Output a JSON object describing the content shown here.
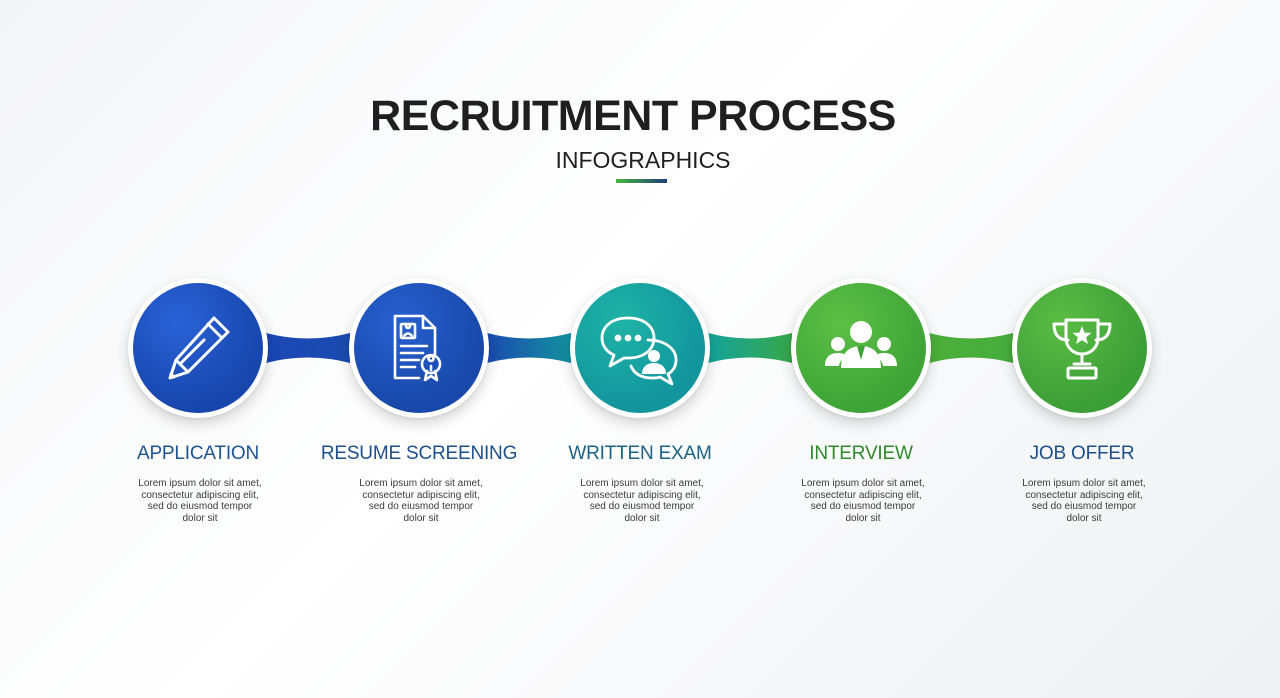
{
  "header": {
    "title": "RECRUITMENT PROCESS",
    "subtitle": "INFOGRAPHICS"
  },
  "colors": {
    "blue": "#1a49b3",
    "teal": "#14a0a0",
    "green": "#4caf3a",
    "text_dark": "#1f1f1f"
  },
  "steps": [
    {
      "label": "APPLICATION",
      "icon": "pencil-icon",
      "label_color": "#1d5592",
      "description": "Lorem ipsum dolor sit amet,\nconsectetur adipiscing elit,\nsed do eiusmod tempor\ndolor sit"
    },
    {
      "label": "RESUME SCREENING",
      "icon": "resume-document-icon",
      "label_color": "#1d4f8c",
      "description": "Lorem ipsum dolor sit amet,\nconsectetur adipiscing elit,\nsed do eiusmod tempor\ndolor sit"
    },
    {
      "label": "WRITTEN EXAM",
      "icon": "chat-bubbles-icon",
      "label_color": "#1a6387",
      "description": "Lorem ipsum dolor sit amet,\nconsectetur adipiscing elit,\nsed do eiusmod tempor\ndolor sit"
    },
    {
      "label": "INTERVIEW",
      "icon": "people-group-icon",
      "label_color": "#2f8a2c",
      "description": "Lorem ipsum dolor sit amet,\nconsectetur adipiscing elit,\nsed do eiusmod tempor\ndolor sit"
    },
    {
      "label": "JOB OFFER",
      "icon": "trophy-icon",
      "label_color": "#1d4f8c",
      "description": "Lorem ipsum dolor sit amet,\nconsectetur adipiscing elit,\nsed do eiusmod tempor\ndolor sit"
    }
  ]
}
